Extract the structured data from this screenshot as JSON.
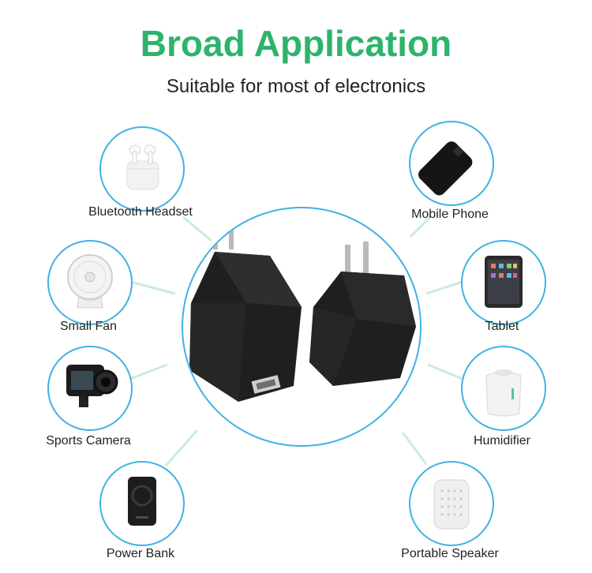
{
  "header": {
    "title": "Broad Application",
    "subtitle": "Suitable for most of electronics"
  },
  "colors": {
    "title": "#2db36b",
    "ring": "#3fb2e3",
    "connector": "#c9ecd9"
  },
  "applications": [
    {
      "label": "Bluetooth Headset",
      "icon": "earbuds-icon"
    },
    {
      "label": "Small Fan",
      "icon": "fan-icon"
    },
    {
      "label": "Sports Camera",
      "icon": "action-camera-icon"
    },
    {
      "label": "Power Bank",
      "icon": "power-bank-icon"
    },
    {
      "label": "Mobile Phone",
      "icon": "phone-icon"
    },
    {
      "label": "Tablet",
      "icon": "tablet-icon"
    },
    {
      "label": "Humidifier",
      "icon": "humidifier-icon"
    },
    {
      "label": "Portable Speaker",
      "icon": "speaker-icon"
    }
  ]
}
